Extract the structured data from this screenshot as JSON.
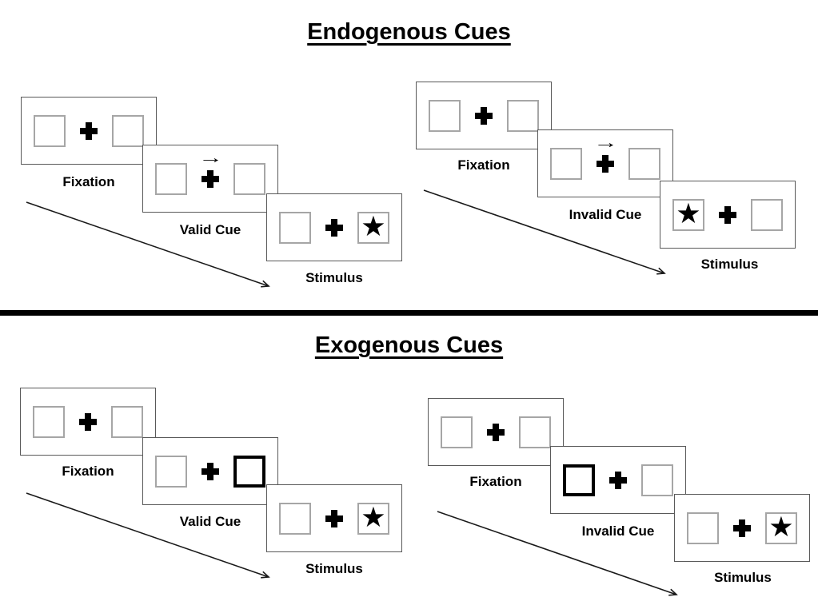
{
  "diagram": {
    "sections": [
      {
        "title": "Endogenous Cues",
        "groups": [
          {
            "name": "endogenous-valid",
            "panels": [
              {
                "label": "Fixation"
              },
              {
                "label": "Valid Cue"
              },
              {
                "label": "Stimulus"
              }
            ]
          },
          {
            "name": "endogenous-invalid",
            "panels": [
              {
                "label": "Fixation"
              },
              {
                "label": "Invalid Cue"
              },
              {
                "label": "Stimulus"
              }
            ]
          }
        ]
      },
      {
        "title": "Exogenous Cues",
        "groups": [
          {
            "name": "exogenous-valid",
            "panels": [
              {
                "label": "Fixation"
              },
              {
                "label": "Valid Cue"
              },
              {
                "label": "Stimulus"
              }
            ]
          },
          {
            "name": "exogenous-invalid",
            "panels": [
              {
                "label": "Fixation"
              },
              {
                "label": "Invalid Cue"
              },
              {
                "label": "Stimulus"
              }
            ]
          }
        ]
      }
    ],
    "glyphs": {
      "star": "★",
      "cue_arrow": "→"
    },
    "colors": {
      "panel_border": "#595959",
      "square_border": "#a6a6a6",
      "ink": "#000000"
    }
  }
}
